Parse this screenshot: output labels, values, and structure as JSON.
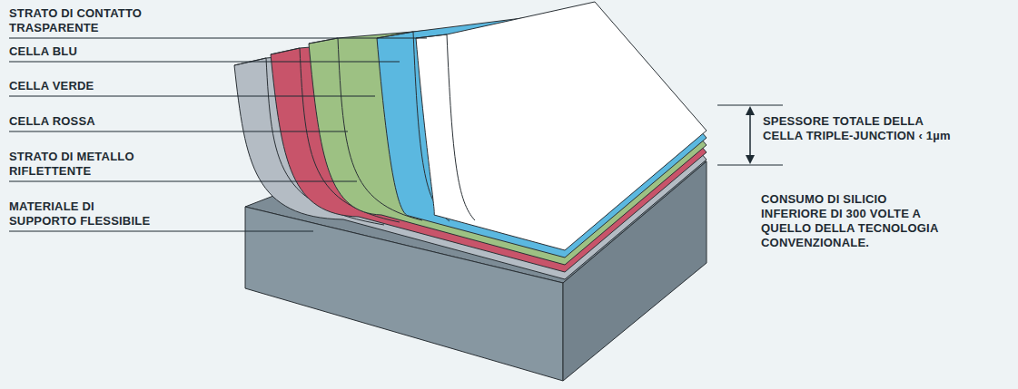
{
  "diagram": {
    "labels": [
      "STRATO DI CONTATTO TRASPARENTE",
      "CELLA BLU",
      "CELLA VERDE",
      "CELLA ROSSA",
      "STRATO DI METALLO RIFLETTENTE",
      "MATERIALE DI SUPPORTO FLESSIBILE",
      "SPESSORE TOTALE DELLA CELLA TRIPLE-JUNCTION ‹ 1µm",
      "CONSUMO DI SILICIO INFERIORE DI 300 VOLTE A QUELLO DELLA TECNOLOGIA CONVENZIONALE."
    ]
  }
}
